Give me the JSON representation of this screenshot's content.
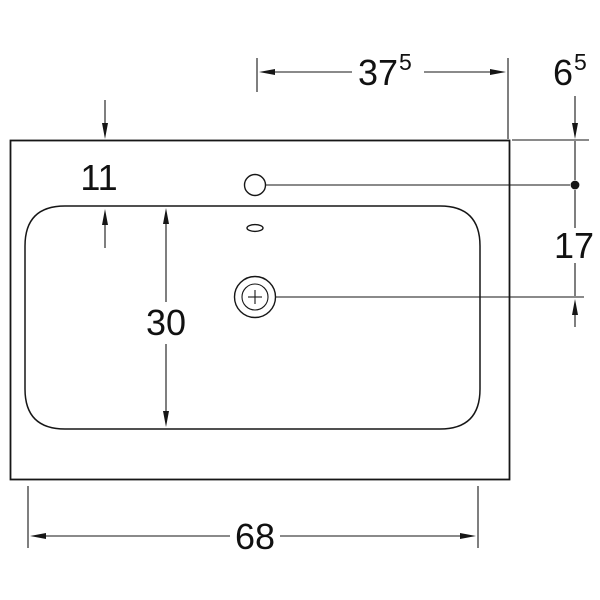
{
  "drawing": {
    "background_color": "#ffffff",
    "line_color": "#161616",
    "dims": {
      "center_to_right_edge": {
        "value": "37",
        "sup": "5"
      },
      "top_edge_to_faucet_axis": {
        "value": "6",
        "sup": "5"
      },
      "top_edge_to_bowl": {
        "value": "11"
      },
      "faucet_axis_to_drain_axis": {
        "value": "17"
      },
      "bowl_front_to_back": {
        "value": "30"
      },
      "bowl_width": {
        "value": "68"
      }
    }
  }
}
